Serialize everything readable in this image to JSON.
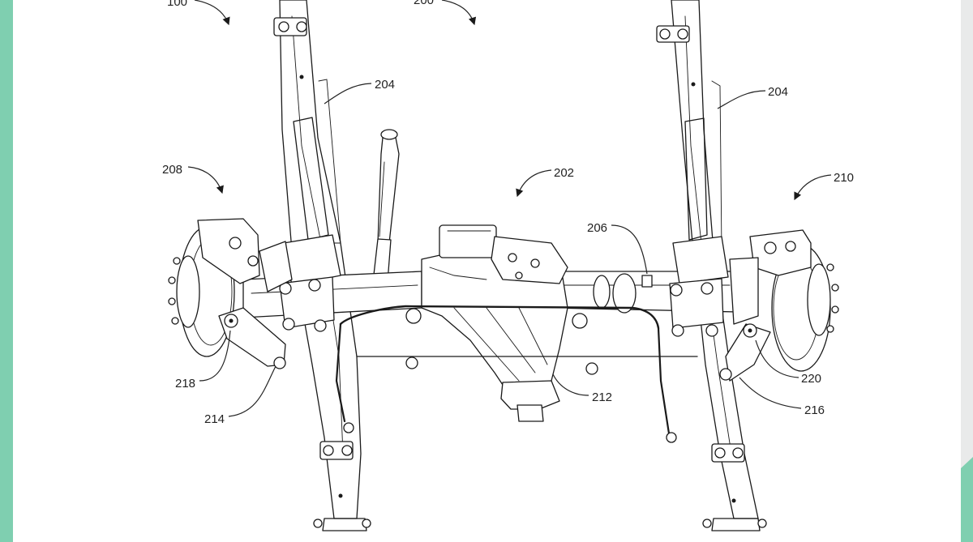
{
  "colors": {
    "side_band_left": "#7fcfb0",
    "side_band_right": "#e9eaea",
    "corner_accent": "#7fcfb0",
    "line": "#1a1a1a",
    "paper": "#ffffff"
  },
  "labels": {
    "r100": "100",
    "r200": "200",
    "r202": "202",
    "r204_left": "204",
    "r204_right": "204",
    "r206": "206",
    "r208": "208",
    "r210": "210",
    "r212": "212",
    "r214": "214",
    "r216": "216",
    "r218": "218",
    "r220": "220"
  }
}
